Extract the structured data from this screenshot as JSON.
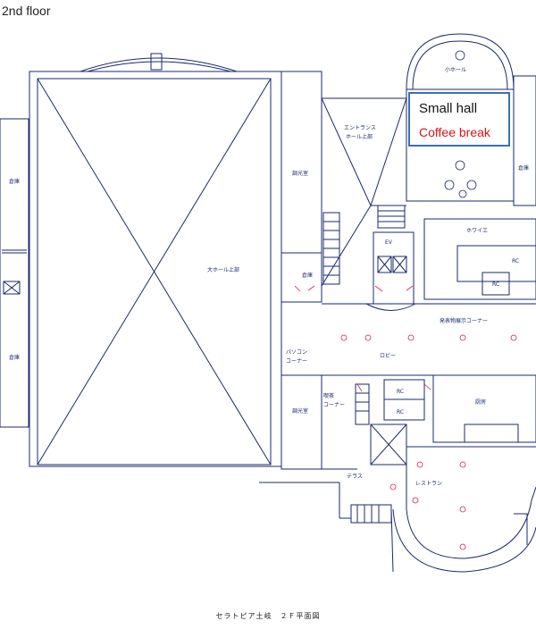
{
  "floor_title": "2nd floor",
  "caption": "セラトピア土岐　２Ｆ平面図",
  "callout": {
    "line1": "Small hall",
    "line2": "Coffee break",
    "line1_color": "#111111",
    "line2_color": "#e01010",
    "border_color": "#3f6fb0"
  },
  "colors": {
    "wall": "#1a2a6c",
    "door": "#d0205a",
    "accent": "#3f6fb0"
  },
  "rooms": {
    "large_hall_upper": "大ホール上部",
    "storage": "倉庫",
    "control_room": "調光室",
    "entrance_hall_upper": "エントランス\nホール上部",
    "small_hall": "小ホール",
    "foyer": "ホワイエ",
    "ev": "EV",
    "rc": "RC",
    "exhibit_corner": "発表物展示コーナー",
    "pc_corner": "パソコン\nコーナー",
    "lobby": "ロビー",
    "food_corner": "喫茶\nコーナー",
    "kitchen": "厨房",
    "terrace": "テラス",
    "restaurant": "レストラン"
  }
}
